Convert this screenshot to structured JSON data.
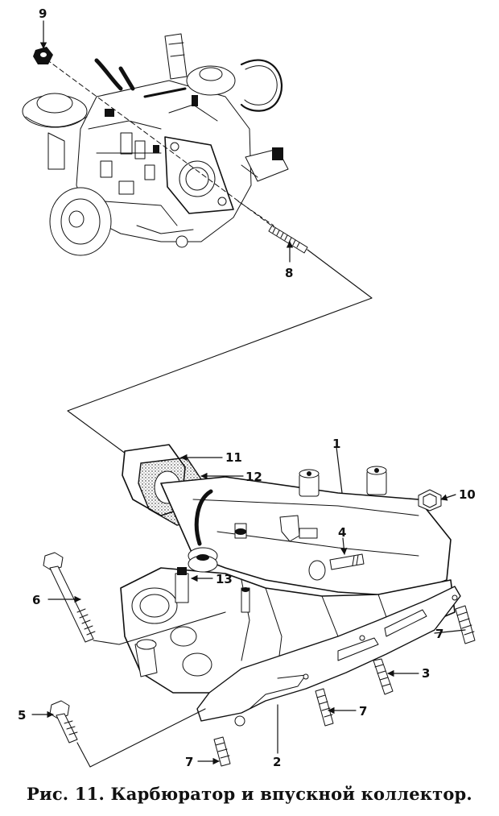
{
  "figure": {
    "caption": "Рис. 11. Карбюратор и впускной коллектор."
  },
  "callouts": [
    {
      "id": "c9",
      "label": "9"
    },
    {
      "id": "c8",
      "label": "8"
    },
    {
      "id": "c1",
      "label": "1"
    },
    {
      "id": "c11",
      "label": "11"
    },
    {
      "id": "c12",
      "label": "12"
    },
    {
      "id": "c10",
      "label": "10"
    },
    {
      "id": "c4",
      "label": "4"
    },
    {
      "id": "c13",
      "label": "13"
    },
    {
      "id": "c6",
      "label": "6"
    },
    {
      "id": "c7a",
      "label": "7"
    },
    {
      "id": "c3",
      "label": "3"
    },
    {
      "id": "c5",
      "label": "5"
    },
    {
      "id": "c7b",
      "label": "7"
    },
    {
      "id": "c2",
      "label": "2"
    },
    {
      "id": "c7c",
      "label": "7"
    }
  ]
}
